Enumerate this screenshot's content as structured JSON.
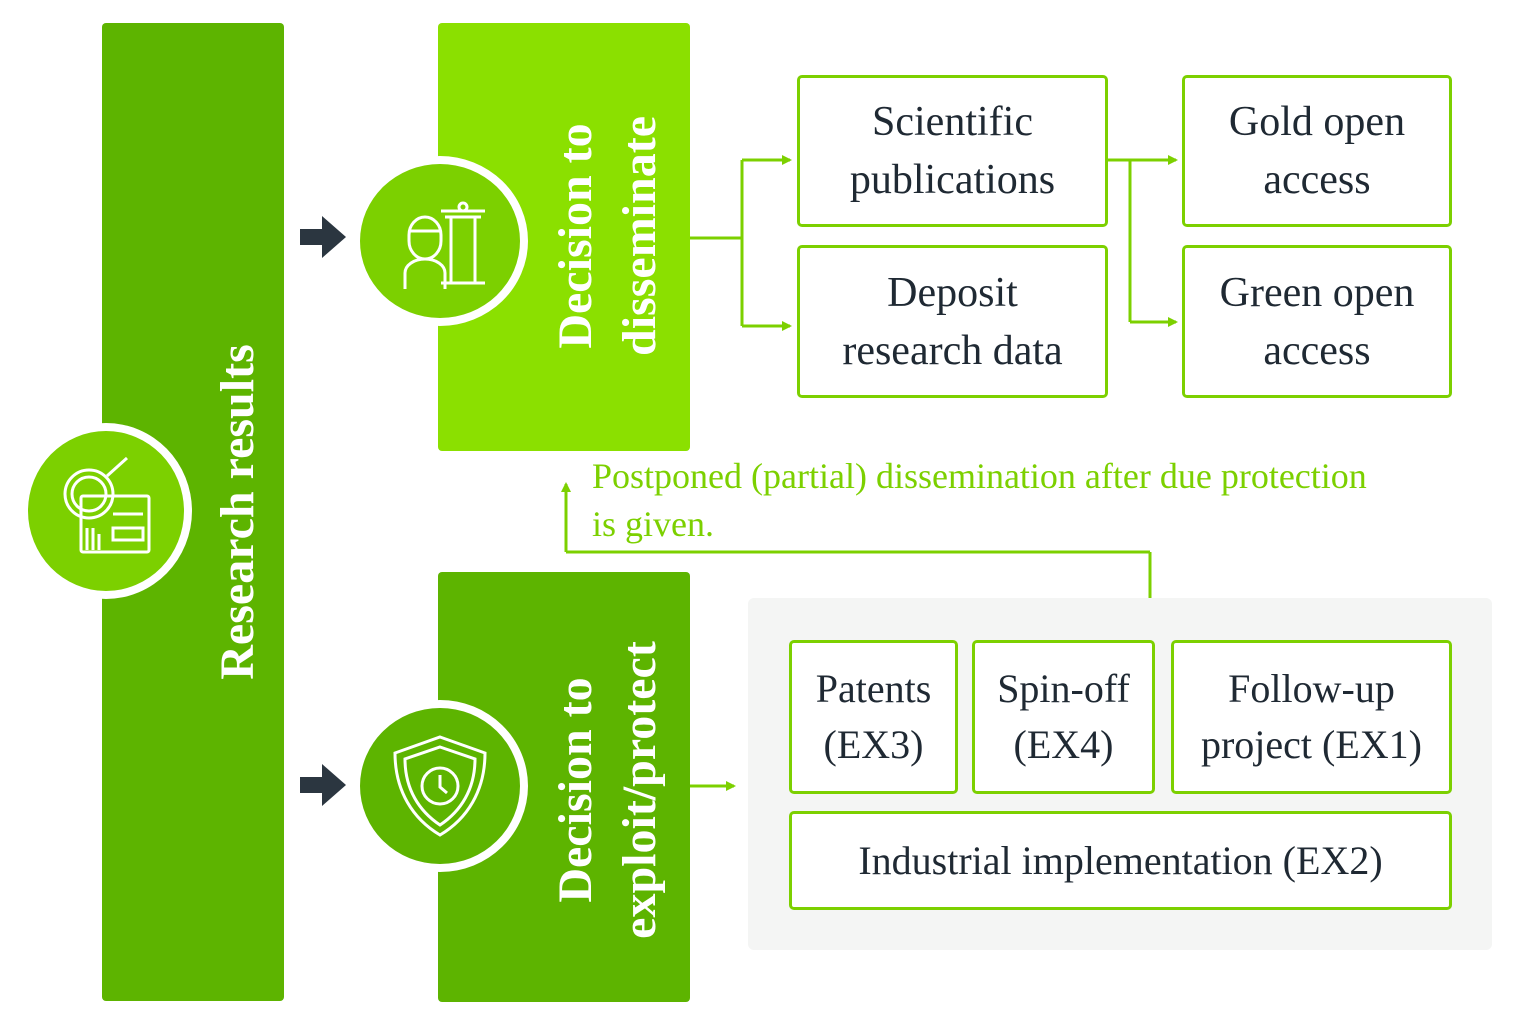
{
  "research": {
    "label": "Research results"
  },
  "dissemination": {
    "line1": "Decision to",
    "line2": "disseminate",
    "boxes": {
      "scientific": [
        "Scientific",
        "publications"
      ],
      "deposit": [
        "Deposit",
        "research data"
      ],
      "gold": [
        "Gold open",
        "access"
      ],
      "green": [
        "Green open",
        "access"
      ]
    }
  },
  "exploitation": {
    "line1": "Decision to",
    "line2": "exploit/protect",
    "boxes": {
      "patents": [
        "Patents",
        "(EX3)"
      ],
      "spinoff": [
        "Spin-off",
        "(EX4)"
      ],
      "followup": [
        "Follow-up",
        "project (EX1)"
      ],
      "industrial": "Industrial implementation (EX2)"
    }
  },
  "postponed_note": {
    "line1": "Postponed (partial) dissemination after due protection",
    "line2": "is given."
  },
  "colors": {
    "dark_green": "#5db400",
    "light_green": "#8be000",
    "box_border": "#7cd000",
    "arrow_dark": "#2b3640",
    "text_dark": "#1f2933"
  },
  "icons": {
    "research": "magnifier-document-icon",
    "dissemination": "presenter-podium-icon",
    "exploitation": "shield-clock-icon"
  }
}
